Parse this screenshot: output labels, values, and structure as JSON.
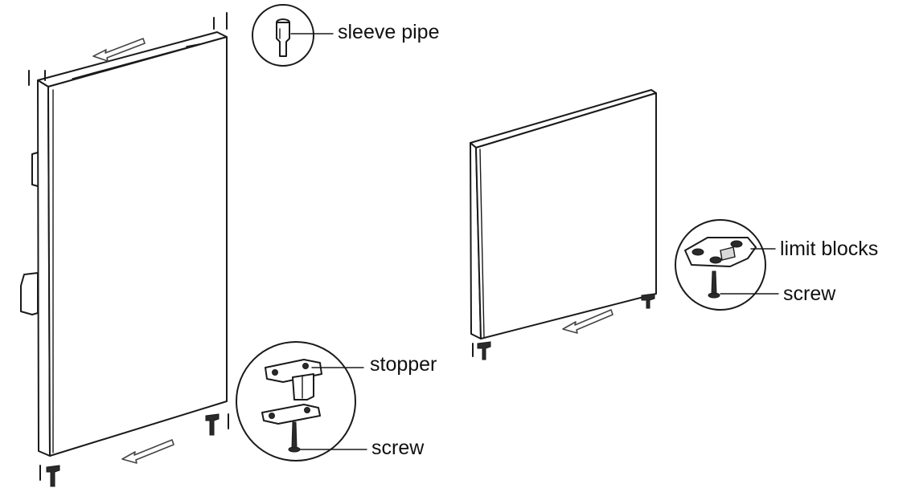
{
  "labels": {
    "sleeve_pipe": "sleeve pipe",
    "stopper": "stopper",
    "screw_left": "screw",
    "limit_blocks": "limit blocks",
    "screw_right": "screw"
  }
}
